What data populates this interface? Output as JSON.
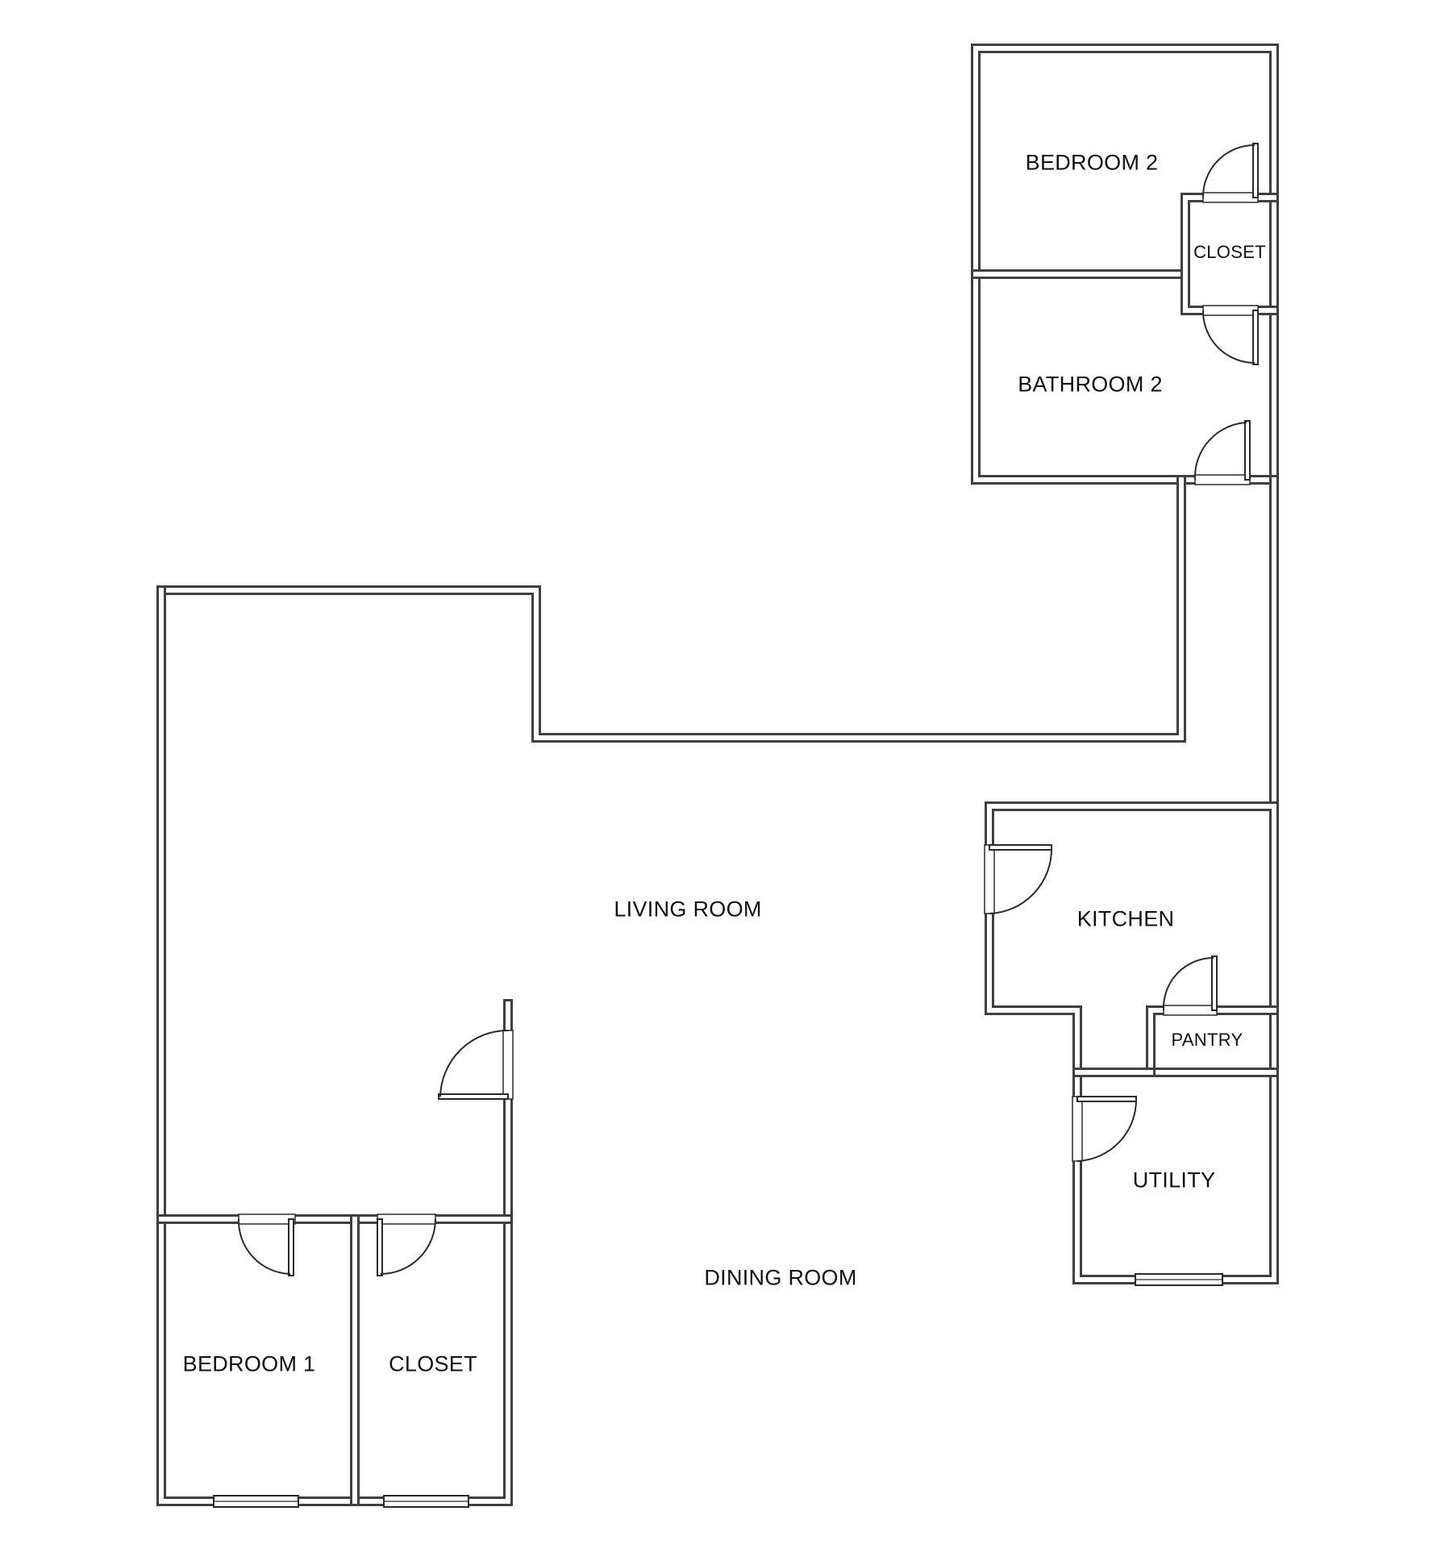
{
  "rooms": {
    "bedroom2": "BEDROOM 2",
    "closet_small": "CLOSET",
    "bathroom2": "BATHROOM 2",
    "living_room": "LIVING ROOM",
    "kitchen": "KITCHEN",
    "pantry": "PANTRY",
    "utility": "UTILITY",
    "dining_room": "DINING ROOM",
    "bedroom1": "BEDROOM 1",
    "closet": "CLOSET"
  },
  "colors": {
    "wall": "#3f3f3f",
    "background": "#ffffff"
  }
}
